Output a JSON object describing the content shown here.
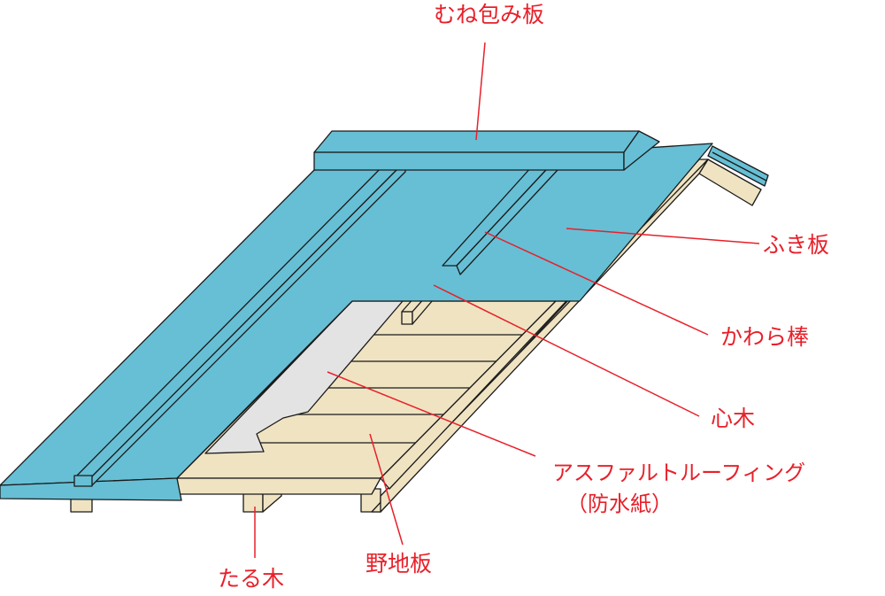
{
  "labels": {
    "ridge_cap": "むね包み板",
    "roof_sheet": "ふき板",
    "batten": "かわら棒",
    "core_wood": "心木",
    "underlayment": "アスファルトルーフィング",
    "underlayment_note": "（防水紙）",
    "sheathing": "野地板",
    "rafter": "たる木"
  },
  "colors": {
    "sheet": "#66bfd5",
    "wood": "#efe3c2",
    "paper": "#e3e3e3",
    "leader": "#e8202a",
    "outline": "#1a1a1a"
  }
}
